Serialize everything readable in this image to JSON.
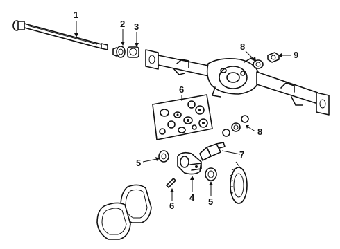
{
  "callouts": {
    "c1": "1",
    "c2": "2",
    "c3": "3",
    "c4": "4",
    "c5a": "5",
    "c5b": "5",
    "c6a": "6",
    "c6b": "6",
    "c7": "7",
    "c8a": "8",
    "c8b": "8",
    "c9": "9"
  }
}
